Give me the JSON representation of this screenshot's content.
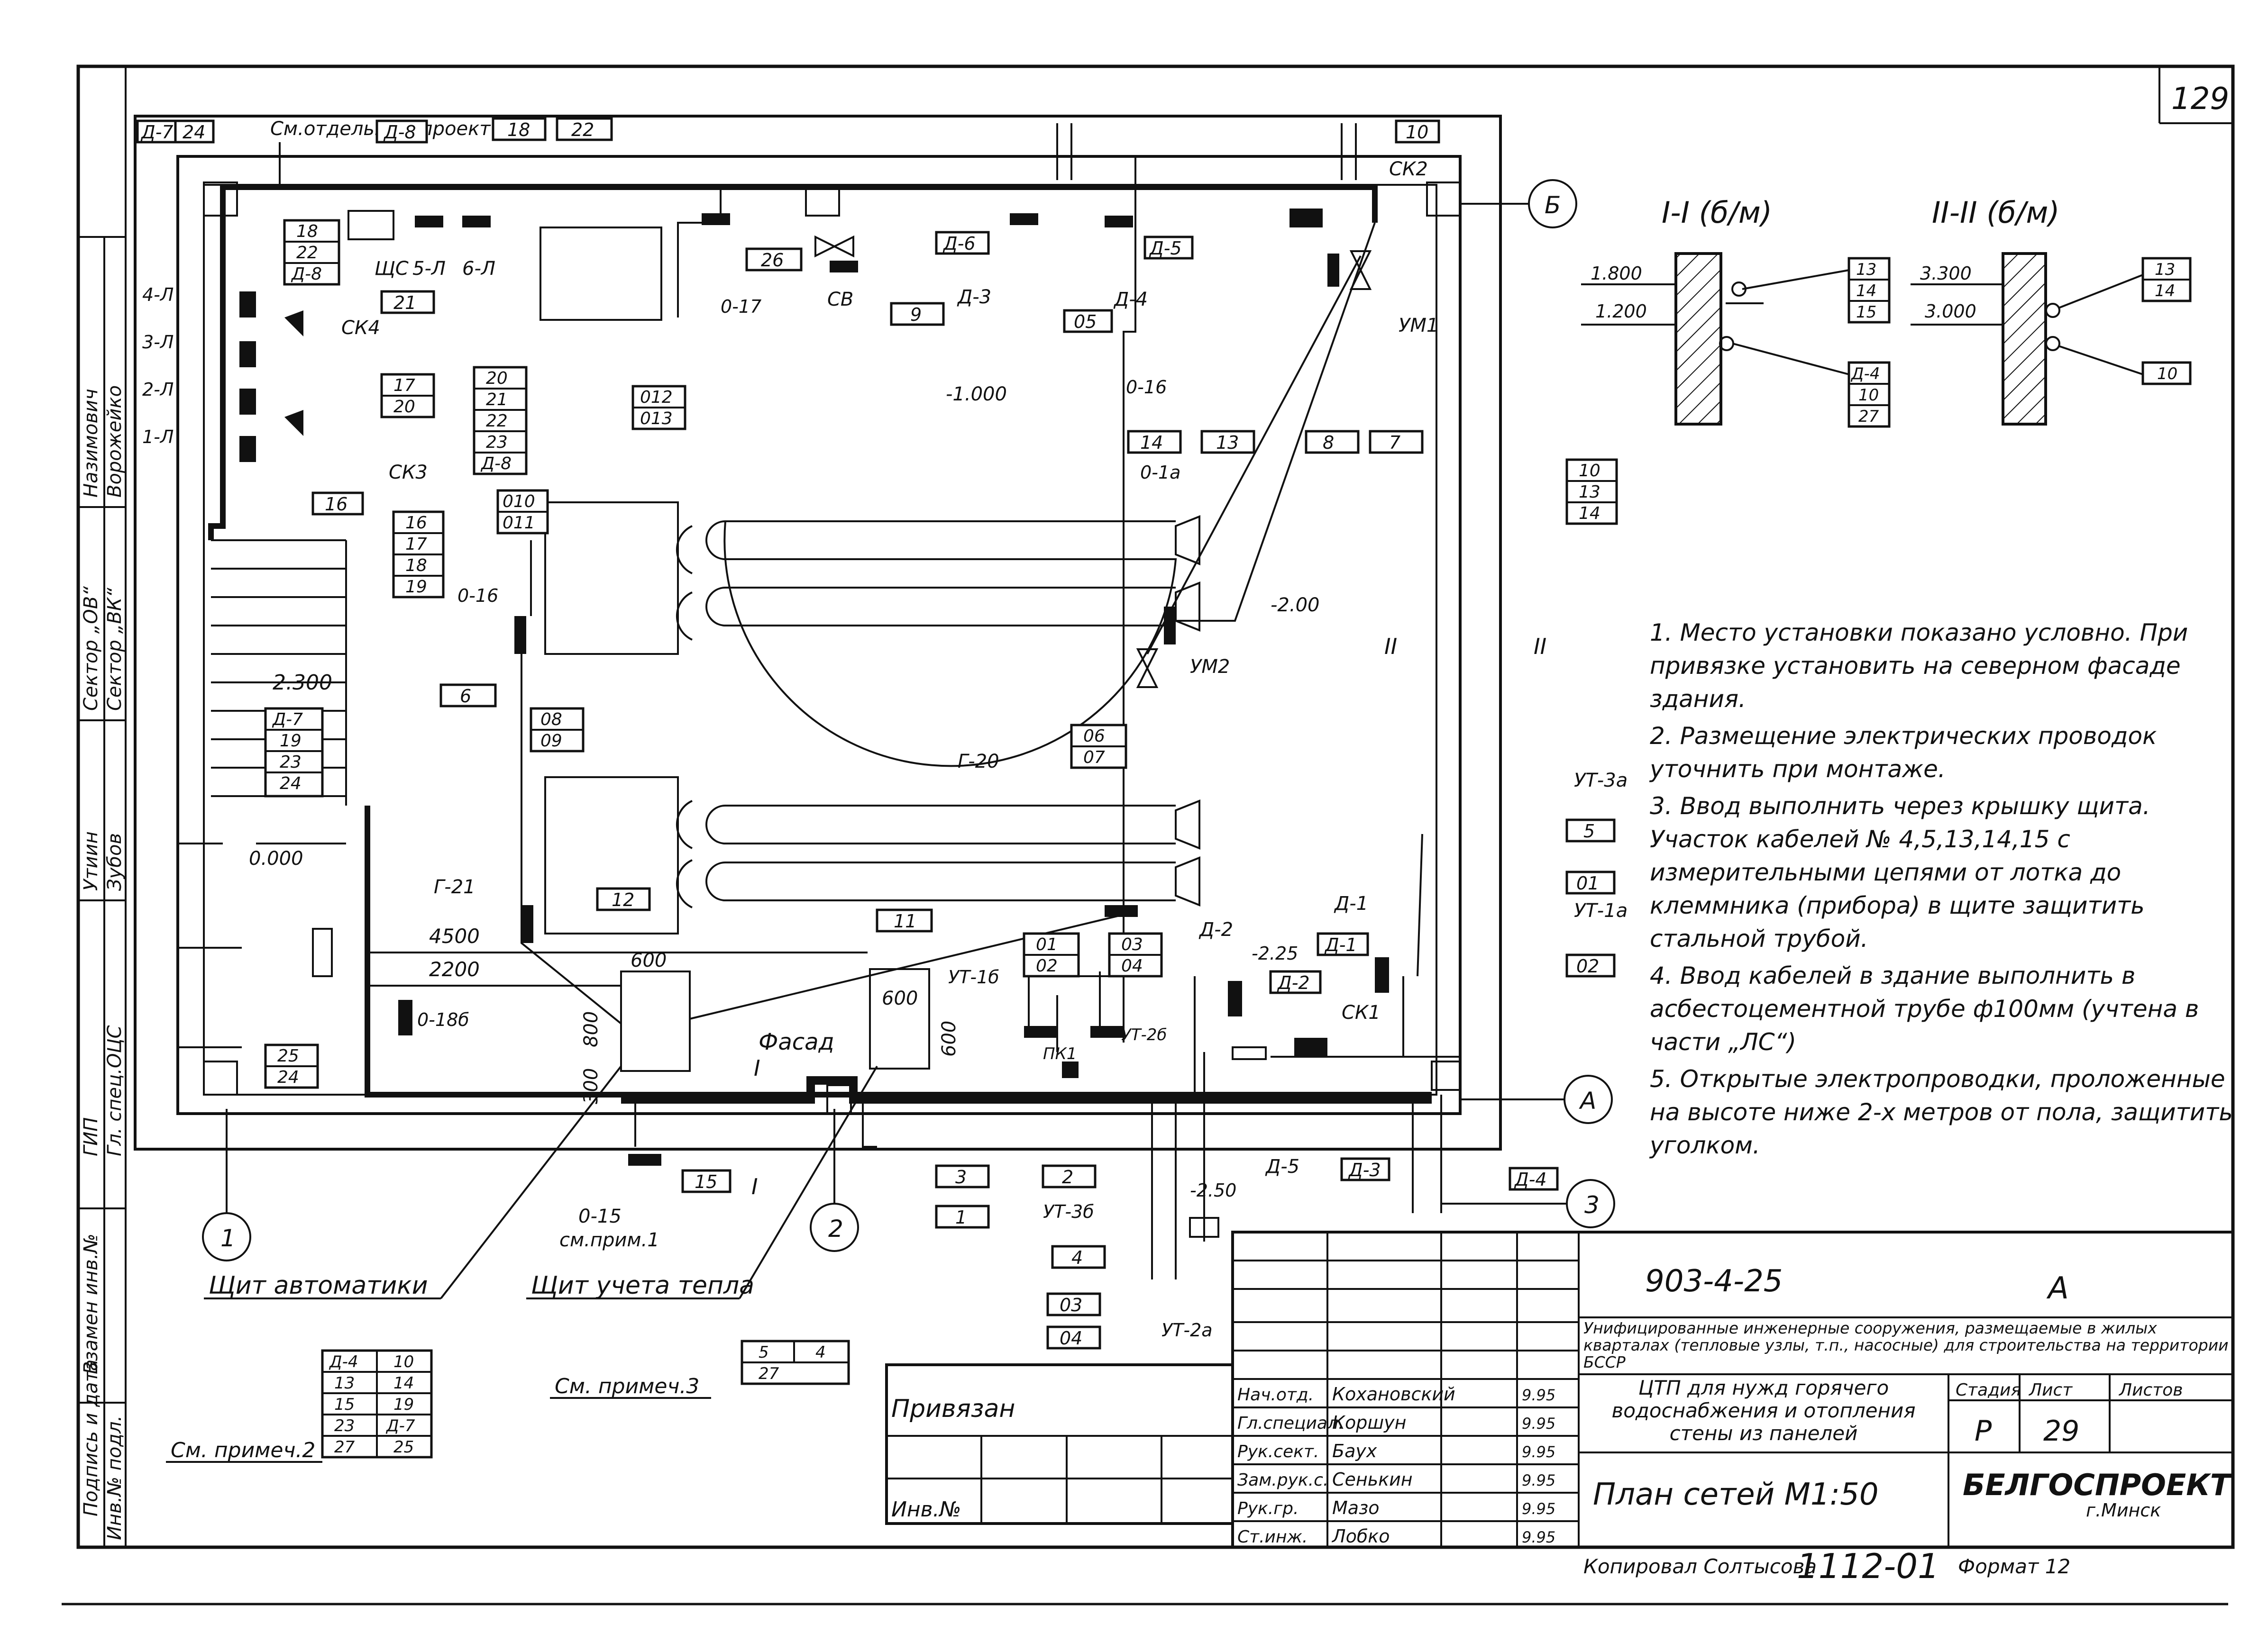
{
  "sheet": {
    "page_number": "129",
    "heading_section_1": "I-I (б/м)",
    "heading_section_2": "II-II (б/м)"
  },
  "tags": {
    "a7": "Д-7",
    "n24": "24",
    "separate_project": "См.отдельный проект",
    "a8": "Д-8",
    "n18": "18",
    "n22": "22",
    "shs": "ЩС",
    "s51": "5-Л",
    "s61": "6-Л",
    "stack_18_22_a8": [
      "18",
      "22",
      "Д-8"
    ],
    "s41": "4-Л",
    "s31": "3-Л",
    "s21": "2-Л",
    "s11": "1-Л",
    "n21": "21",
    "ck4": "СК4",
    "stack_20_21_22_23_a8": [
      "20",
      "21",
      "22",
      "23",
      "Д-8"
    ],
    "stack_17_20": [
      "17",
      "20"
    ],
    "ck3": "СК3",
    "n16": "16",
    "stack_16_17_18_19": [
      "16",
      "17",
      "18",
      "19"
    ],
    "n26": "26",
    "cb": "СВ",
    "n9": "9",
    "s017": "0-17",
    "stack_012_013": [
      "012",
      "013"
    ],
    "a6": "Д-6",
    "a3": "Д-3",
    "a5": "Д-5",
    "n05": "05",
    "a4": "Д-4",
    "n10": "10",
    "ck2": "СК2",
    "um1": "УМ1",
    "level_m1000": "-1.000",
    "s016": "0-16",
    "stack_14_13": [
      "14",
      "13"
    ],
    "n0la": "0-1а",
    "n8": "8",
    "n7": "7",
    "stack_10_13_14": [
      "10",
      "13",
      "14"
    ],
    "stack_010_011": [
      "010",
      "011"
    ],
    "s016b": "0-16",
    "level_m200": "-2.00",
    "um2": "УМ2",
    "n6": "6",
    "stack_08_09": [
      "08",
      "09"
    ],
    "stack_06_07": [
      "06",
      "07"
    ],
    "g20": "Г-20",
    "g21": "Г-21",
    "n12": "12",
    "level_2300": "2.300",
    "stack_a7_19_23_24": [
      "Д-7",
      "19",
      "23",
      "24"
    ],
    "level_0000": "0.000",
    "dim_4500": "4500",
    "dim_2200": "2200",
    "dim_600a": "600",
    "dim_600b": "600",
    "dim_600c": "600",
    "dim_800": "800",
    "dim_300": "300",
    "s018b": "0-18б",
    "stack_25_24": [
      "25",
      "24"
    ],
    "n11": "11",
    "facade": "Фасад",
    "stack_01_02": [
      "01",
      "02"
    ],
    "stack_03_04": [
      "03",
      "04"
    ],
    "ut1b": "УТ-1б",
    "ut2b": "УТ-2б",
    "pk1": "ПК1",
    "a2": "Д-2",
    "level_m225": "-2.25",
    "a1": "Д-1",
    "a1b": "Д-1",
    "a2b": "Д-2",
    "ck1": "СК1",
    "ut3a": "УТ-3а",
    "n5": "5",
    "n01": "01",
    "ut1a": "УТ-1а",
    "n02": "02",
    "s015": "0-15",
    "n15": "15",
    "ref_note1": "см.прим.1",
    "n3": "3",
    "n1": "1",
    "n2": "2",
    "ut3b": "УТ-3б",
    "a5b": "Д-5",
    "a3b": "Д-3",
    "a4b": "Д-4",
    "level_m250": "-2.50",
    "n4": "4",
    "n03": "03",
    "n04": "04",
    "ut2a": "УТ-2а",
    "sec1_levels": [
      "1.800",
      "1.200"
    ],
    "sec1_stack_a": [
      "13",
      "14",
      "15"
    ],
    "sec1_stack_b": [
      "Д-4",
      "10",
      "27"
    ],
    "sec2_levels": [
      "3.300",
      "3.000"
    ],
    "sec2_stack_a": [
      "13",
      "14"
    ],
    "sec2_b": "10",
    "axis_b": "Б",
    "axis_a": "А",
    "axis_1": "1",
    "axis_2": "2",
    "axis_3": "3",
    "marker_ii": "II",
    "marker_i": "I"
  },
  "callouts": {
    "panel_automation": "Щит автоматики",
    "panel_heat_metering": "Щит учета тепла",
    "see_note_3": "См. примеч.3",
    "see_note_2": "См. примеч.2",
    "table_a4": [
      "Д-4",
      "10",
      "13",
      "14",
      "15",
      "19",
      "23",
      "Д-7",
      "27",
      "25"
    ],
    "box_54": [
      "5",
      "4",
      "27"
    ]
  },
  "notes": [
    "1. Место установки показано условно. При привязке установить на северном фасаде здания.",
    "2. Размещение электрических проводок уточнить при монтаже.",
    "3. Ввод выполнить через крышку щита. Участок кабелей № 4,5,13,14,15 с измерительными цепями от лотка до клеммника (прибора) в щите защитить стальной трубой.",
    "4. Ввод кабелей в здание выполнить в асбестоцементной трубе ф100мм (учтена в части „ЛС“)",
    "5. Открытые электропроводки, проложенные на высоте ниже 2-х метров от пола, защитить уголком."
  ],
  "side_stamp": [
    "ГИП",
    "Гл. спец.ОЦС",
    "Утиин",
    "Зубов",
    "Сектор „ОВ“",
    "Сектор „ВК“",
    "Назимович",
    "Ворожейко",
    "Взамен инв.№",
    "Подпись и дата",
    "Инв.№ подл."
  ],
  "title_block": {
    "code": "903-4-25",
    "part": "А",
    "series_title": "Унифицированные инженерные сооружения, размещаемые в жилых кварталах (тепловые узлы, т.п., насосные) для строительства на территории БССР",
    "doc_title": "ЦТП для нужд горячего водоснабжения и отопления стены из панелей",
    "sheet_title": "План сетей М1:50",
    "stage_label": "Стадия",
    "sheet_label": "Лист",
    "sheets_label": "Листов",
    "stage": "Р",
    "sheet": "29",
    "org": "БЕЛГОСПРОЕКТ",
    "city": "г.Минск",
    "bound": "Привязан",
    "inv": "Инв.№",
    "copied": "Копировал Солтысова",
    "number": "1112-01",
    "format": "Формат 12",
    "staff": [
      {
        "role": "Нач.отд.",
        "name": "Кохановский",
        "date": "9.95"
      },
      {
        "role": "Гл.специал.",
        "name": "Коршун",
        "date": "9.95"
      },
      {
        "role": "Рук.сект.",
        "name": "Баух",
        "date": "9.95"
      },
      {
        "role": "Зам.рук.с.",
        "name": "Сенькин",
        "date": "9.95"
      },
      {
        "role": "Рук.гр.",
        "name": "Мазо",
        "date": "9.95"
      },
      {
        "role": "Ст.инж.",
        "name": "Лобко",
        "date": "9.95"
      }
    ]
  }
}
